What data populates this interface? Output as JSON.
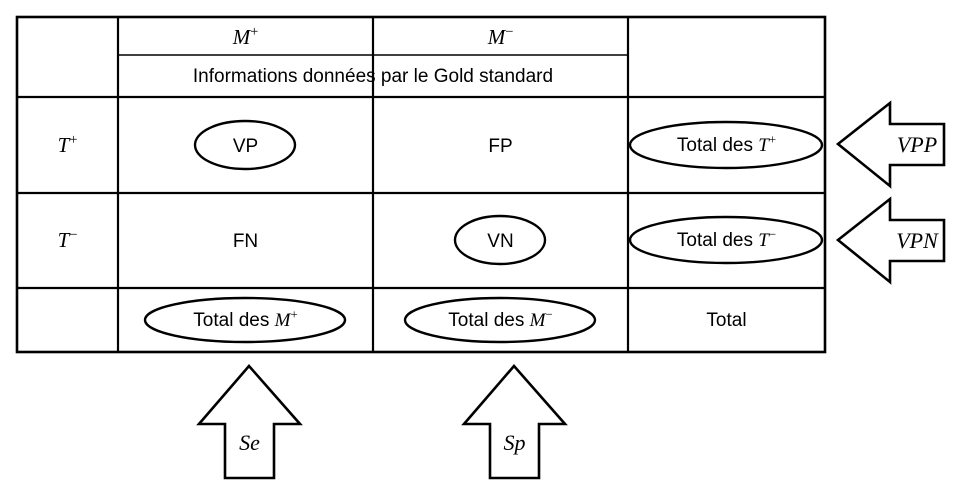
{
  "figure": {
    "kind": "contingency-table-diagram",
    "language": "fr",
    "stroke_color": "#000000",
    "background_color": "#ffffff"
  },
  "table": {
    "corner_label": "",
    "column_headers": {
      "m_plus": "M",
      "m_plus_sign": "+",
      "m_minus": "M",
      "m_minus_sign": "−",
      "totals_header": ""
    },
    "group_band": "Informations données par le Gold standard",
    "rows": [
      {
        "row_label": "T",
        "row_label_sign": "+",
        "cells": [
          {
            "text": "VP",
            "circled": true
          },
          {
            "text": "FP",
            "circled": false
          }
        ],
        "total_prefix": "Total des ",
        "total_symbol": "T",
        "total_sign": "+",
        "total_circled": true
      },
      {
        "row_label": "T",
        "row_label_sign": "−",
        "cells": [
          {
            "text": "FN",
            "circled": false
          },
          {
            "text": "VN",
            "circled": true
          }
        ],
        "total_prefix": "Total des ",
        "total_symbol": "T",
        "total_sign": "−",
        "total_circled": true
      }
    ],
    "totals_row": {
      "row_label": "",
      "cells": [
        {
          "prefix": "Total des ",
          "symbol": "M",
          "sign": "+",
          "circled": true
        },
        {
          "prefix": "Total des ",
          "symbol": "M",
          "sign": "−",
          "circled": true
        }
      ],
      "grand_total": "Total",
      "grand_total_circled": false
    }
  },
  "annotations": [
    {
      "id": "vpp",
      "label": "VPP",
      "direction": "left",
      "points_at": "Total des T+"
    },
    {
      "id": "vpn",
      "label": "VPN",
      "direction": "left",
      "points_at": "Total des T-"
    },
    {
      "id": "se",
      "label": "Se",
      "direction": "up",
      "points_at": "Total des M+"
    },
    {
      "id": "sp",
      "label": "Sp",
      "direction": "up",
      "points_at": "Total des M-"
    }
  ]
}
